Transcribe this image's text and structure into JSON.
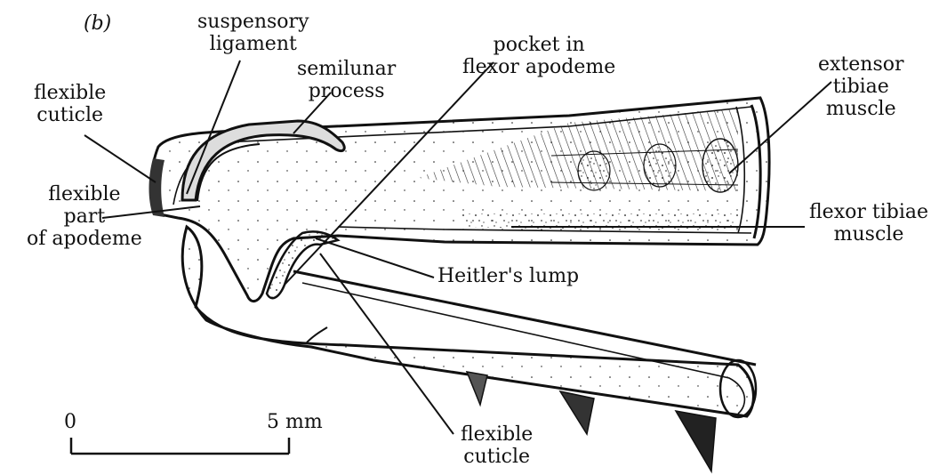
{
  "panel_label": "(b)",
  "labels": {
    "suspensory_ligament": [
      "suspensory",
      "ligament"
    ],
    "semilunar_process": [
      "semilunar",
      "process"
    ],
    "pocket_in_flexor_apodeme": [
      "pocket in",
      "flexor apodeme"
    ],
    "extensor_tibiae_muscle": [
      "extensor",
      "tibiae",
      "muscle"
    ],
    "flexible_cuticle_top": [
      "flexible",
      "cuticle"
    ],
    "flexible_part_of_apodeme": [
      "flexible",
      "part",
      "of apodeme"
    ],
    "flexor_tibiae_muscle": [
      "flexor tibiae",
      "muscle"
    ],
    "heitlers_lump": [
      "Heitler's lump"
    ],
    "flexible_cuticle_bottom": [
      "flexible",
      "cuticle"
    ]
  },
  "scale_bar": {
    "start_label": "0",
    "end_label": "5 mm"
  },
  "colors": {
    "ink": "#111111",
    "background": "#ffffff"
  }
}
